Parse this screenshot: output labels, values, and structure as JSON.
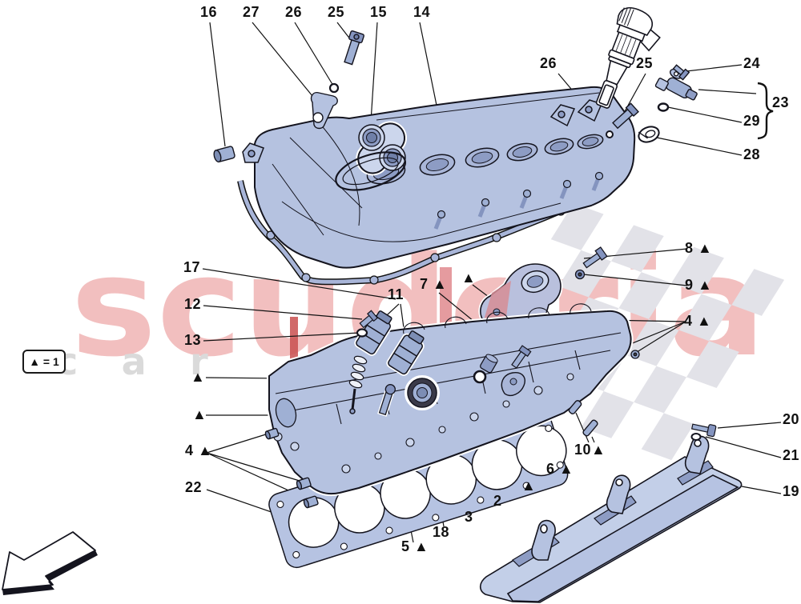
{
  "watermark": {
    "brand": "scuderia",
    "tagline": "car parts"
  },
  "legend": {
    "text": "▲ = 1"
  },
  "colors": {
    "part_fill": "#b5c2e0",
    "part_shadow": "#8d9cc4",
    "part_light": "#ccd6ec",
    "outline": "#14141e",
    "watermark_pink": "#f2bfbf",
    "watermark_gray": "#dadada",
    "checker_gray": "#e2e2e8",
    "accent_red": "#c94f4f",
    "stud_red": "#5e1a1a"
  },
  "callouts": [
    {
      "label": "16"
    },
    {
      "label": "27"
    },
    {
      "label": "26"
    },
    {
      "label": "25"
    },
    {
      "label": "15"
    },
    {
      "label": "14"
    },
    {
      "label": "26"
    },
    {
      "label": "25"
    },
    {
      "label": "24"
    },
    {
      "label": "23"
    },
    {
      "label": "29"
    },
    {
      "label": "28"
    },
    {
      "label": "8 ▲"
    },
    {
      "label": "9 ▲"
    },
    {
      "label": "4 ▲"
    },
    {
      "label": "17"
    },
    {
      "label": "12"
    },
    {
      "label": "13"
    },
    {
      "label": "11"
    },
    {
      "label": "7 ▲"
    },
    {
      "label": "▲"
    },
    {
      "label": "▲"
    },
    {
      "label": "▲"
    },
    {
      "label": "4 ▲"
    },
    {
      "label": "22"
    },
    {
      "label": "5 ▲"
    },
    {
      "label": "18"
    },
    {
      "label": "3"
    },
    {
      "label": "2"
    },
    {
      "label": "▲"
    },
    {
      "label": "6 ▲"
    },
    {
      "label": "10▲"
    },
    {
      "label": "20"
    },
    {
      "label": "21"
    },
    {
      "label": "19"
    }
  ]
}
